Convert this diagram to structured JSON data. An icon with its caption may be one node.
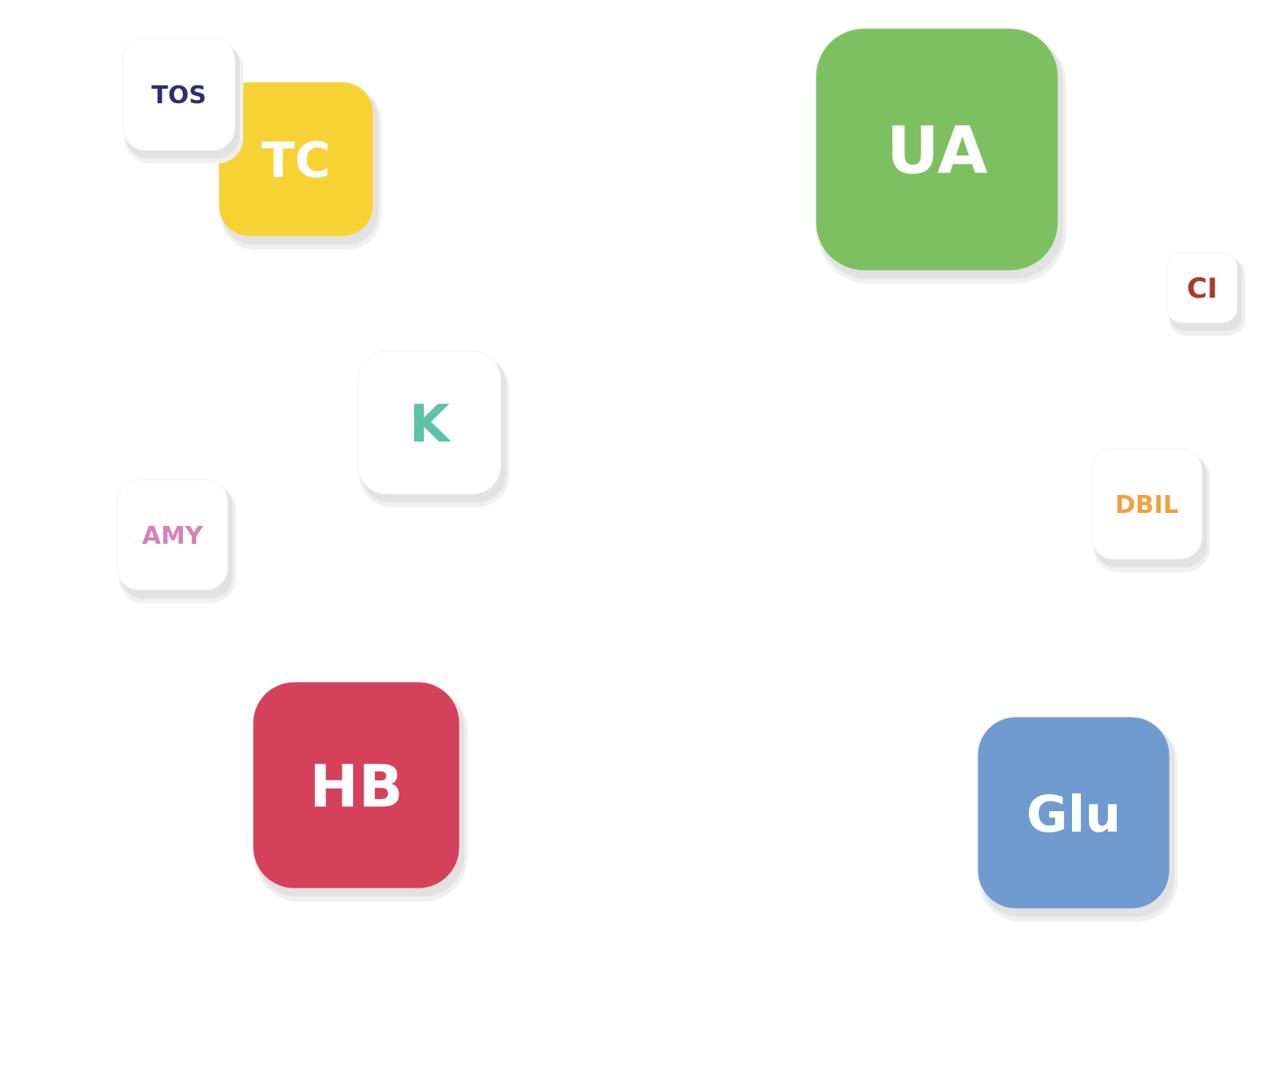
{
  "diagram": {
    "nodes": [
      {
        "text": [
          "TOS"
        ]
      },
      {
        "text": [
          "TC"
        ]
      },
      {
        "text": [
          "UA"
        ]
      },
      {
        "text": [
          "CI"
        ]
      },
      {
        "text": [
          "K"
        ]
      },
      {
        "text": [
          "DBIL"
        ]
      },
      {
        "text": [
          "AMY"
        ]
      },
      {
        "text": [
          "HB"
        ]
      },
      {
        "text": [
          "Glu"
        ]
      }
    ]
  }
}
